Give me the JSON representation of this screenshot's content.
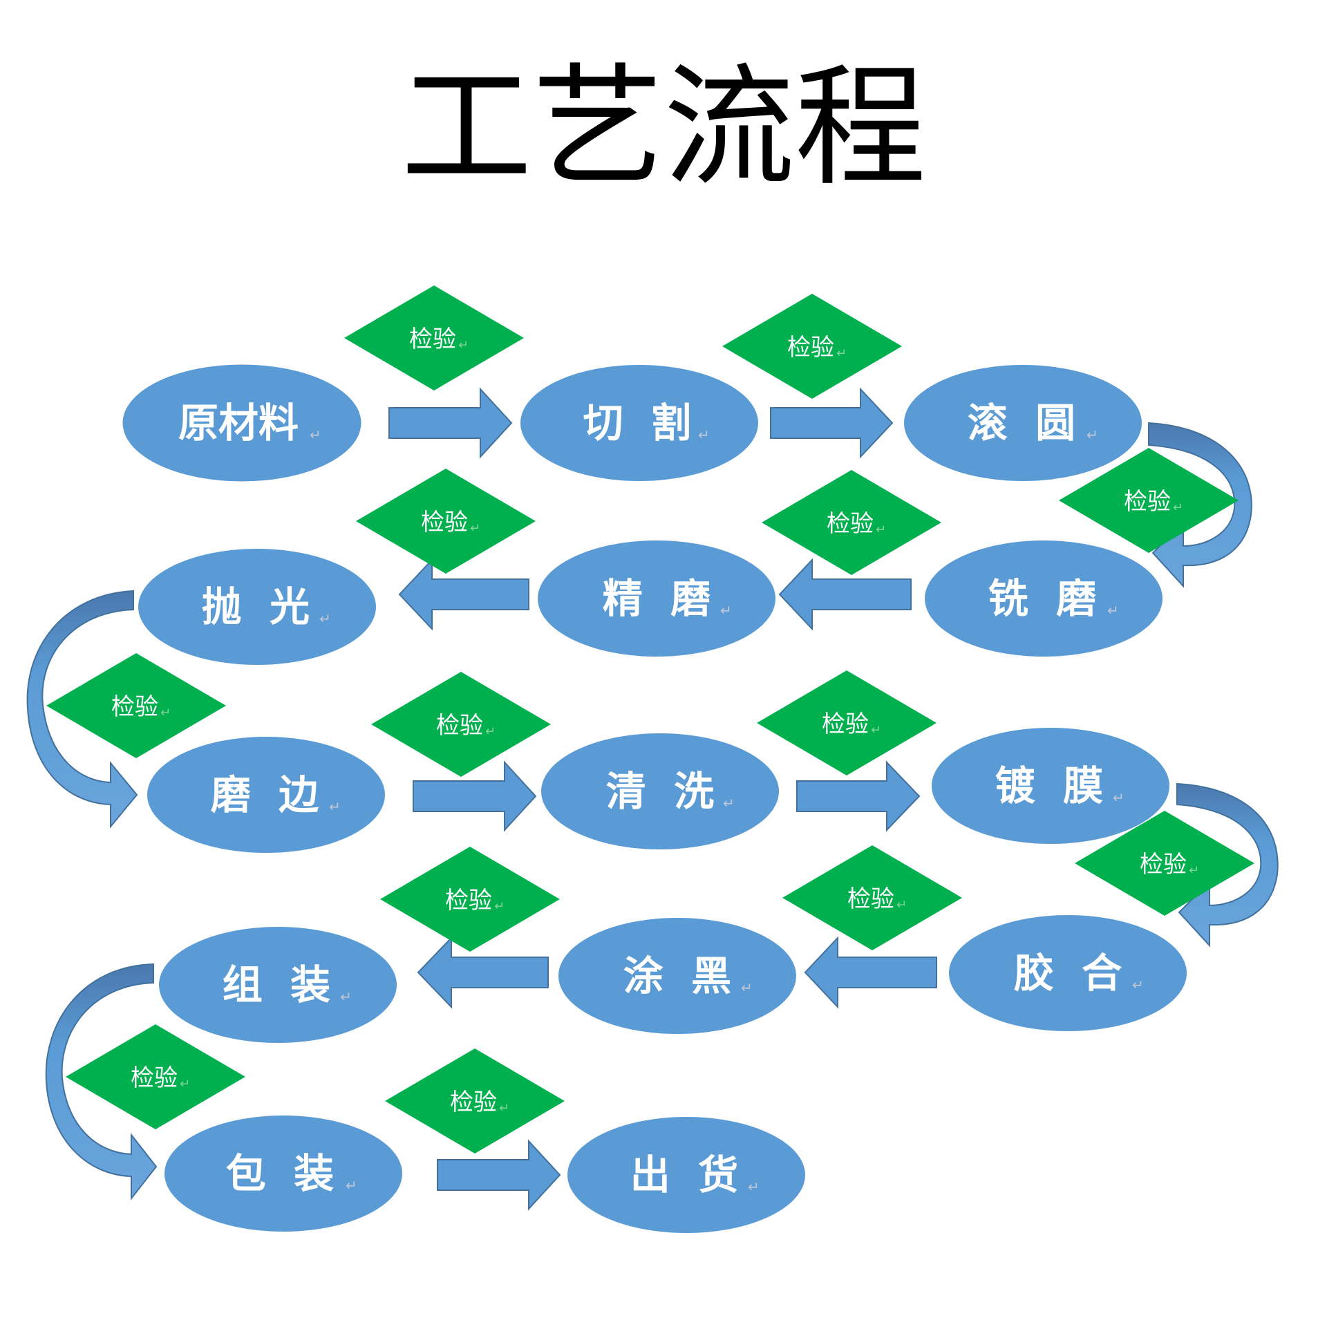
{
  "title": "工艺流程",
  "colors": {
    "node_fill": "#5b9bd5",
    "arrow_fill": "#5b9bd5",
    "arrow_stroke": "#41719c",
    "curve_top": "#4a78ae",
    "check_fill": "#00b04f",
    "text_white": "#ffffff"
  },
  "check_label": "检验",
  "return_mark": "↵",
  "nodes": [
    {
      "id": "yuancailiao",
      "label": "原材料"
    },
    {
      "id": "qiege",
      "label": "切  割"
    },
    {
      "id": "gunyuan",
      "label": "滚  圆"
    },
    {
      "id": "ximo",
      "label": "铣  磨"
    },
    {
      "id": "jingmo",
      "label": "精  磨"
    },
    {
      "id": "paoguang",
      "label": "抛  光"
    },
    {
      "id": "mobian",
      "label": "磨  边"
    },
    {
      "id": "qingxi",
      "label": "清  洗"
    },
    {
      "id": "dumo",
      "label": "镀  膜"
    },
    {
      "id": "jiaohe",
      "label": "胶  合"
    },
    {
      "id": "tuhei",
      "label": "涂  黑"
    },
    {
      "id": "zuzhuang",
      "label": "组  装"
    },
    {
      "id": "baozhuang",
      "label": "包  装"
    },
    {
      "id": "chuhuo",
      "label": "出  货"
    }
  ]
}
